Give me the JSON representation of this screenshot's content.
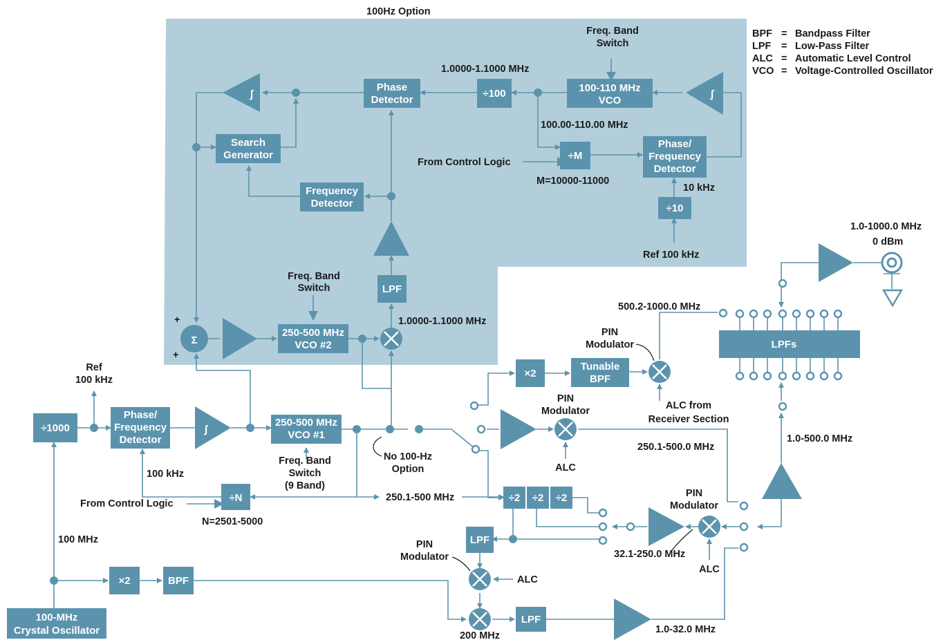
{
  "option_region_title": "100Hz Option",
  "legend": [
    {
      "abbr": "BPF",
      "eq": "=",
      "meaning": "Bandpass Filter"
    },
    {
      "abbr": "LPF",
      "eq": "=",
      "meaning": "Low-Pass Filter"
    },
    {
      "abbr": "ALC",
      "eq": "=",
      "meaning": "Automatic Level Control"
    },
    {
      "abbr": "VCO",
      "eq": "=",
      "meaning": "Voltage-Controlled Oscillator"
    }
  ],
  "blocks": {
    "phase_detector": [
      "Phase",
      "Detector"
    ],
    "div100": "÷100",
    "vco_100_110": [
      "100-110 MHz",
      "VCO"
    ],
    "search_generator": [
      "Search",
      "Generator"
    ],
    "divM": "÷M",
    "pfd_top": [
      "Phase/",
      "Frequency",
      "Detector"
    ],
    "frequency_detector": [
      "Frequency",
      "Detector"
    ],
    "div10": "÷10",
    "lpf_mid": "LPF",
    "summer": "Σ",
    "vco2": [
      "250-500 MHz",
      "VCO #2"
    ],
    "div1000": "÷1000",
    "pfd_bottom": [
      "Phase/",
      "Frequency",
      "Detector"
    ],
    "vco1": [
      "250-500 MHz",
      "VCO #1"
    ],
    "divN": "÷N",
    "x2_top": "×2",
    "tunable_bpf": [
      "Tunable",
      "BPF"
    ],
    "lpfs": "LPFs",
    "div2_a": "÷2",
    "div2_b": "÷2",
    "div2_c": "÷2",
    "lpf_low": "LPF",
    "x2_bottom": "×2",
    "bpf": "BPF",
    "lpf_bottom": "LPF",
    "crystal_osc": [
      "100-MHz",
      "Crystal Oscillator"
    ]
  },
  "labels": {
    "freq_band_switch_top": [
      "Freq. Band",
      "Switch"
    ],
    "freq_1_0000": "1.0000-1.1000 MHz",
    "freq_100_110": "100.00-110.00 MHz",
    "from_control_logic_top": "From Control Logic",
    "m_range": "M=10000-11000",
    "ten_khz": "10 kHz",
    "ref_100khz_top": "Ref 100 kHz",
    "freq_band_switch_mid": [
      "Freq. Band",
      "Switch"
    ],
    "freq_1_0000_mid": "1.0000-1.1000 MHz",
    "plus_top": "+",
    "plus_bottom": "+",
    "ref_100khz_left": [
      "Ref",
      "100 kHz"
    ],
    "hundred_khz": "100 kHz",
    "from_control_logic_bottom": "From Control Logic",
    "n_range": "N=2501-5000",
    "freq_band_switch_9": [
      "Freq. Band",
      "Switch",
      "(9 Band)"
    ],
    "no_100hz_option": [
      "No 100-Hz",
      "Option"
    ],
    "range_250_500": "250.1-500 MHz",
    "hundred_mhz": "100 MHz",
    "output_range": "1.0-1000.0 MHz",
    "output_level": "0 dBm",
    "range_500_1000": "500.2-1000.0 MHz",
    "pin_mod_top": [
      "PIN",
      "Modulator"
    ],
    "alc_from_receiver": [
      "ALC from",
      "Receiver Section"
    ],
    "pin_mod_mid": [
      "PIN",
      "Modulator"
    ],
    "alc_mid": "ALC",
    "range_250_500_0": "250.1-500.0 MHz",
    "range_1_500": "1.0-500.0 MHz",
    "pin_mod_right": [
      "PIN",
      "Modulator"
    ],
    "alc_right": "ALC",
    "range_32_250": "32.1-250.0 MHz",
    "pin_mod_left": [
      "PIN",
      "Modulator"
    ],
    "alc_left": "ALC",
    "two_hundred_mhz": "200 MHz",
    "range_1_32": "1.0-32.0 MHz"
  },
  "colors": {
    "block": "#5b93ad",
    "option_region": "#b3cedb",
    "text": "#1a1a1a"
  }
}
